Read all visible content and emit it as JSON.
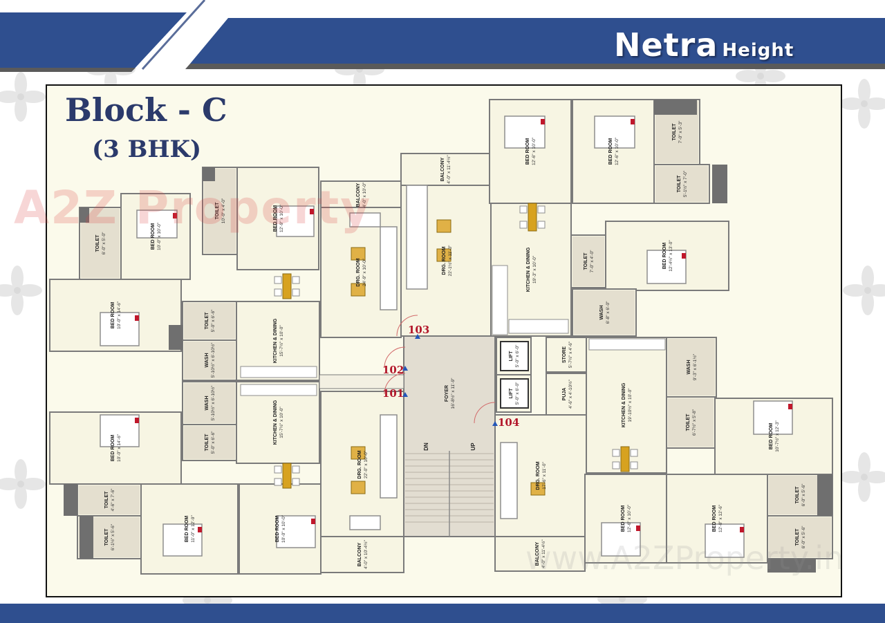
{
  "brand": {
    "word1": "Netra",
    "word2": "Height"
  },
  "block": {
    "title": "Block - C",
    "subtitle": "(3 BHK)"
  },
  "watermarks": {
    "top": "A2Z Property",
    "bottom": "www.A2ZProperty.in"
  },
  "units": [
    "103",
    "102",
    "101",
    "104"
  ],
  "rooms": [
    {
      "name": "TOILET",
      "size": "6'-0\" x 5'-0\""
    },
    {
      "name": "BED ROOM",
      "size": "10'-0\" x 10'-0\""
    },
    {
      "name": "TOILET",
      "size": "10'-0\" x 4'-0\""
    },
    {
      "name": "BED ROOM",
      "size": "12'-9\" x 10'-0\""
    },
    {
      "name": "BALCONY",
      "size": "4'-0\" x 10'-0\""
    },
    {
      "name": "DRG. ROOM",
      "size": "24'-9\" x 10'-0\""
    },
    {
      "name": "BED ROOM",
      "size": "10'-0\" x 14'-6\""
    },
    {
      "name": "TOILET",
      "size": "5'-0\" x 6'-6\""
    },
    {
      "name": "KITCHEN & DINING",
      "size": "15'-7½\" x 10'-0\""
    },
    {
      "name": "WASH",
      "size": "5'-10½\" x 6'-10½\""
    },
    {
      "name": "WASH",
      "size": "5'-10½\" x 6'-10½\""
    },
    {
      "name": "KITCHEN & DINING",
      "size": "15'-7½\" x 10'-0\""
    },
    {
      "name": "TOILET",
      "size": "5'-0\" x 6'-6\""
    },
    {
      "name": "BED ROOM",
      "size": "10'-0\" x 14'-6\""
    },
    {
      "name": "TOILET",
      "size": "4'-6\" x 7'-6\""
    },
    {
      "name": "BED ROOM",
      "size": "11'-0\" x 12'-9\""
    },
    {
      "name": "TOILET",
      "size": "6'-1½\" x 5'-6\""
    },
    {
      "name": "BED ROOM",
      "size": "10'-0\" x 10'-0\""
    },
    {
      "name": "DRG. ROOM",
      "size": "22'-0\" x 10'-0\""
    },
    {
      "name": "BALCONY",
      "size": "4'-0\" x 10'-4½\""
    },
    {
      "name": "BALCONY",
      "size": "4'-0\" x 11'-4½\""
    },
    {
      "name": "DRG. ROOM",
      "size": "22'-1½\" x 11'-0\""
    },
    {
      "name": "BED ROOM",
      "size": "12'-6\" x 10'-0\""
    },
    {
      "name": "BED ROOM",
      "size": "12'-6\" x 10'-0\""
    },
    {
      "name": "TOILET",
      "size": "7'-0\" x 5'-3\""
    },
    {
      "name": "TOILET",
      "size": "5'-1½\" x 7'-0\""
    },
    {
      "name": "KITCHEN & DINING",
      "size": "19'-3\" x 10'-0\""
    },
    {
      "name": "TOILET",
      "size": "7'-0\" x 4'-0\""
    },
    {
      "name": "BED ROOM",
      "size": "12'-4½\" x 13'-0\""
    },
    {
      "name": "WASH",
      "size": "6'-8\" x 6'-0\""
    },
    {
      "name": "FOYER",
      "size": "16'-8½\" x 11'-9\""
    },
    {
      "name": "LIFT",
      "size": "5'-0\" x 6'-0\""
    },
    {
      "name": "LIFT",
      "size": "5'-0\" x 6'-0\""
    },
    {
      "name": "STORE",
      "size": "5'-7½\" x 4'-6\""
    },
    {
      "name": "PUJA",
      "size": "4'-6\" x 4'-10½\""
    },
    {
      "name": "KITCHEN & DINING",
      "size": "19'-10½\" x 10'-0\""
    },
    {
      "name": "WASH",
      "size": "9'-3\" x 6'-1½\""
    },
    {
      "name": "TOILET",
      "size": "6'-7½\" x 5'-8\""
    },
    {
      "name": "BED ROOM",
      "size": "10'-7½\" x 12'-3\""
    },
    {
      "name": "DRG. ROOM",
      "size": "17'-6\" x 11'-0\""
    },
    {
      "name": "BED ROOM",
      "size": "12'-6\" x 10'-0\""
    },
    {
      "name": "BED ROOM",
      "size": "12'-0\" x 12'-6\""
    },
    {
      "name": "TOILET",
      "size": "6'-0\" x 5'-6\""
    },
    {
      "name": "TOILET",
      "size": "6'-0\" x 5'-6\""
    },
    {
      "name": "BALCONY",
      "size": "4'-0\" x 11'-4½\""
    }
  ],
  "stairs": {
    "down": "DN",
    "up": "UP"
  },
  "colors": {
    "band": "#2f4f8f",
    "wall": "#555555",
    "floor": "#fbfaeb",
    "title": "#2b3a6b",
    "unit_number": "#b2172b"
  }
}
